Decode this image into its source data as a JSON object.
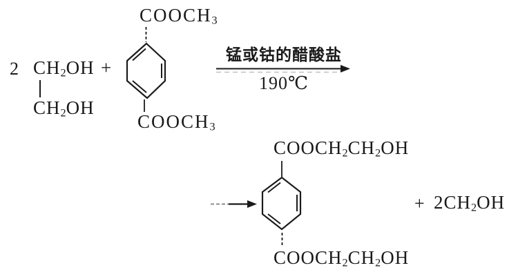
{
  "colors": {
    "ink": "#1a1a1a",
    "background": "#ffffff"
  },
  "reactants": {
    "coefficient": "2",
    "ethylene_glycol": {
      "top": [
        {
          "t": "CH"
        },
        {
          "sub": "2"
        },
        {
          "t": "OH"
        }
      ],
      "bottom": [
        {
          "t": "CH"
        },
        {
          "sub": "2"
        },
        {
          "t": "OH"
        }
      ]
    },
    "plus": "+",
    "dimethyl_terephthalate": {
      "top_group": [
        {
          "t": "COOCH"
        },
        {
          "sub": "3"
        }
      ],
      "bottom_group": [
        {
          "t": "COOCH"
        },
        {
          "sub": "3"
        }
      ]
    }
  },
  "conditions": {
    "catalyst": "锰或钴的醋酸盐",
    "temperature": "190℃"
  },
  "products": {
    "bhet": {
      "top_group": [
        {
          "t": "COOCH"
        },
        {
          "sub": "2"
        },
        {
          "t": "CH"
        },
        {
          "sub": "2"
        },
        {
          "t": "OH"
        }
      ],
      "bottom_group": [
        {
          "t": "COOCH"
        },
        {
          "sub": "2"
        },
        {
          "t": "CH"
        },
        {
          "sub": "2"
        },
        {
          "t": "OH"
        }
      ]
    },
    "byproduct_plus": "+",
    "byproduct": [
      {
        "t": "2CH"
      },
      {
        "sub": "2"
      },
      {
        "t": "OH"
      }
    ]
  }
}
